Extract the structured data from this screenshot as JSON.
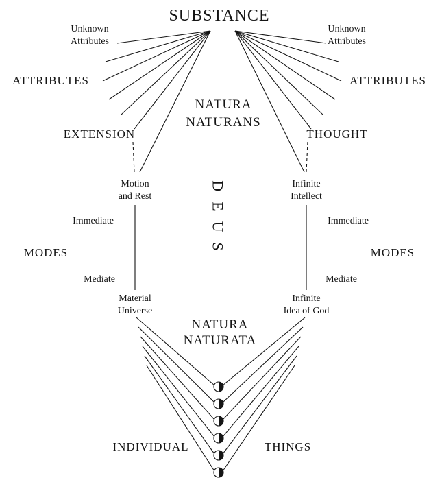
{
  "diagram": {
    "substance": "SUBSTANCE",
    "unknown_attributes": {
      "line1": "Unknown",
      "line2": "Attributes"
    },
    "attributes": "ATTRIBUTES",
    "natura_naturans": {
      "line1": "NATURA",
      "line2": "NATURANS"
    },
    "extension": "EXTENSION",
    "thought": "THOUGHT",
    "deus": "DEUS",
    "motion_and_rest": {
      "line1": "Motion",
      "line2": "and Rest"
    },
    "infinite_intellect": {
      "line1": "Infinite",
      "line2": "Intellect"
    },
    "immediate": "Immediate",
    "modes": "MODES",
    "mediate": "Mediate",
    "material_universe": {
      "line1": "Material",
      "line2": "Universe"
    },
    "infinite_idea_of_god": {
      "line1": "Infinite",
      "line2": "Idea of God"
    },
    "natura_naturata": {
      "line1": "NATURA",
      "line2": "NATURATA"
    },
    "individual": "INDIVIDUAL",
    "things": "THINGS"
  },
  "colors": {
    "ink": "#151515",
    "background": "#ffffff"
  },
  "markers": {
    "count": 6,
    "style": "half-filled-circle"
  }
}
